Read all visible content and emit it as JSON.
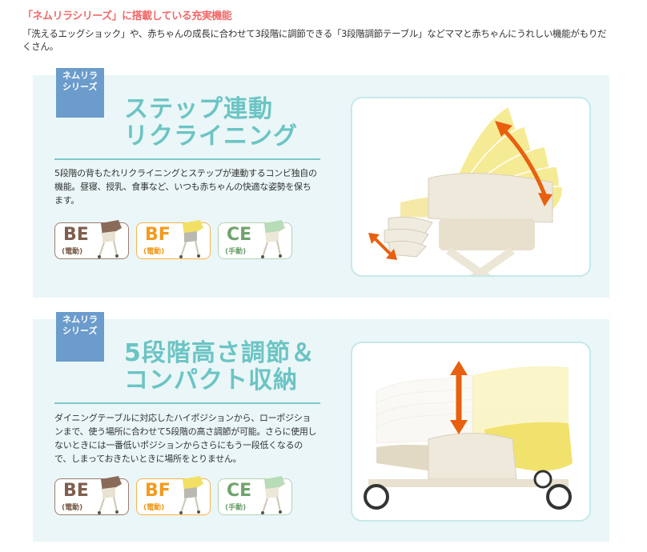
{
  "intro": {
    "title": "「ネムリラシリーズ」に搭載している充実機能",
    "text": "「洗えるエッグショック」や、赤ちゃんの成長に合わせて3段階に調節できる「3段階調節テーブル」などママと赤ちゃんにうれしい機能がもりだくさん。"
  },
  "colors": {
    "intro_title": "#f06a6a",
    "panel_bg": "#eaf6f7",
    "badge_bg": "#6b9ccb",
    "feature_title": "#6cc4c4",
    "arrow": "#e8600f",
    "model_be": "#7e5f4e",
    "model_bf": "#f39a1e",
    "model_ce": "#6fa36e"
  },
  "features": [
    {
      "badge": [
        "ネムリラ",
        "シリーズ"
      ],
      "title_lines": [
        "ステップ連動",
        "リクライニング"
      ],
      "description": "5段階の背もたれリクライニングとステップが連動するコンビ独自の機能。昼寝、授乳、食事など、いつも赤ちゃんの快適な姿勢を保ちます。",
      "image_icon": "reclining-chair-illustration",
      "models": [
        {
          "code": "BE",
          "kind": "(電動)"
        },
        {
          "code": "BF",
          "kind": "(電動)"
        },
        {
          "code": "CE",
          "kind": "(手動)"
        }
      ]
    },
    {
      "badge": [
        "ネムリラ",
        "シリーズ"
      ],
      "title_lines": [
        "5段階高さ調節＆",
        "コンパクト収納"
      ],
      "description": "ダイニングテーブルに対応したハイポジションから、ローポジションまで、使う場所に合わせて5段階の高さ調節が可能。さらに使用しないときには一番低いポジションからさらにもう一段低くなるので、しまっておきたいときに場所をとりません。",
      "image_icon": "height-adjust-chair-illustration",
      "models": [
        {
          "code": "BE",
          "kind": "(電動)"
        },
        {
          "code": "BF",
          "kind": "(電動)"
        },
        {
          "code": "CE",
          "kind": "(手動)"
        }
      ]
    }
  ]
}
